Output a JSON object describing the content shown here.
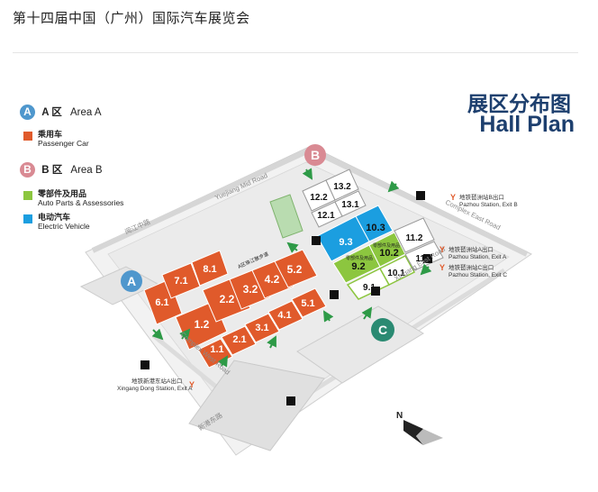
{
  "page": {
    "title": "第十四届中国（广州）国际汽车展览会",
    "map_title_cn": "展区分布图",
    "map_title_en": "Hall Plan"
  },
  "colors": {
    "passenger_car": "#e05a2b",
    "auto_parts": "#8cc63f",
    "electric_vehicle": "#1b9ee0",
    "badge_a": "#4f97cd",
    "badge_b": "#d98a93",
    "badge_c": "#2a8a72",
    "title": "#1d3f6e"
  },
  "legend": {
    "area_a": {
      "badge": "A",
      "cn": "A 区",
      "en": "Area A"
    },
    "area_b": {
      "badge": "B",
      "cn": "B 区",
      "en": "Area B"
    },
    "passenger_car": {
      "cn": "乘用车",
      "en": "Passenger Car"
    },
    "auto_parts": {
      "cn": "零部件及用品",
      "en": "Auto Parts & Assessories"
    },
    "electric_vehicle": {
      "cn": "电动汽车",
      "en": "Electric Vehicle"
    }
  },
  "zones": {
    "a": "A",
    "b": "B",
    "c": "C"
  },
  "halls": {
    "h6_1": "6.1",
    "h7_1": "7.1",
    "h8_1": "8.1",
    "h1_2": "1.2",
    "h2_2": "2.2",
    "h3_2": "3.2",
    "h4_2": "4.2",
    "h5_2": "5.2",
    "h1_1": "1.1",
    "h2_1": "2.1",
    "h3_1": "3.1",
    "h4_1": "4.1",
    "h5_1": "5.1",
    "h9_3": "9.3",
    "h10_3": "10.3",
    "h9_2": "9.2",
    "h10_2": "10.2",
    "h9_1": "9.1",
    "h10_1": "10.1",
    "h11_2": "11.2",
    "h11_1": "11.1",
    "h12_2": "12.2",
    "h13_2": "13.2",
    "h12_1": "12.1",
    "h13_1": "13.1"
  },
  "small_labels": {
    "ev_plaza": "A区珠江散步道",
    "parts_c": "零部件及用品",
    "parts_d": "零部件及用品"
  },
  "roads": {
    "yuejiang_mid": "Yuejiang Mid Road",
    "complex_east": "Complex East Road",
    "complex_west": "Complex West Road",
    "xingang_east": "Xingang East Road",
    "yuejiang_mid_cn": "阅江中路",
    "xingang_east_cn": "新港东路"
  },
  "stations": {
    "pazhou_b": {
      "cn": "地铁琶洲站B出口",
      "en": "Pazhou Station, Exit B"
    },
    "pazhou_a": {
      "cn": "地铁琶洲站A出口",
      "en": "Pazhou Station, Exit A"
    },
    "pazhou_c": {
      "cn": "地铁琶洲站C出口",
      "en": "Pazhou Station, Exit C"
    },
    "xingang_a": {
      "cn": "地铁新港东站A出口",
      "en": "Xingang Dong Station, Exit A"
    }
  },
  "compass_north": "N"
}
